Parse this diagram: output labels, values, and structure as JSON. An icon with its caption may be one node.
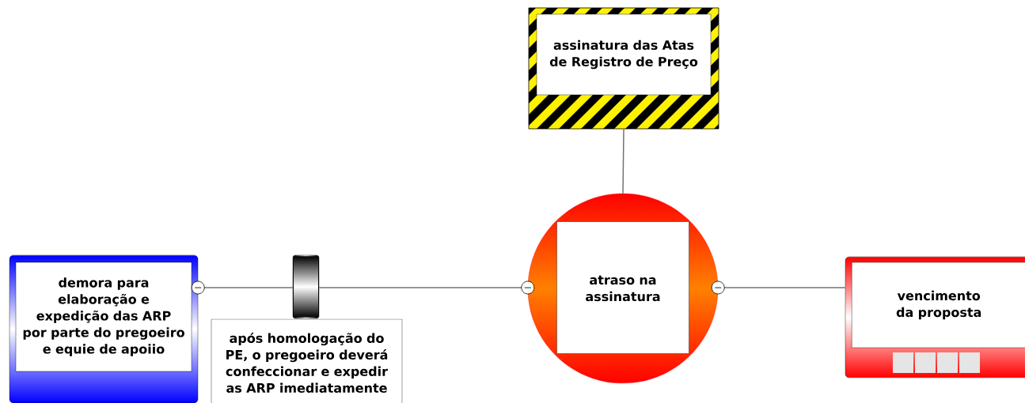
{
  "diagram": {
    "nodes": [
      {
        "text": [
          "assinatura das Atas de Registro de Preço"
        ]
      },
      {
        "text": [
          "demora para elaboração e expedição das ARP por parte do pregoeiro e equie de apoiio"
        ]
      },
      {
        "text": [
          "após homologação do PE, o pregoeiro deverá confeccionar e expedir as ARP imediatamente"
        ]
      },
      {
        "text": [
          "atraso na assinatura"
        ]
      },
      {
        "text": [
          "vencimento da proposta"
        ]
      }
    ],
    "edges": [
      {
        "from": 0,
        "to": 3,
        "arrow": "none"
      },
      {
        "from": 1,
        "to": 2,
        "arrow": "other"
      },
      {
        "from": 3,
        "to": 2,
        "arrow": "other"
      },
      {
        "from": 3,
        "to": 4,
        "arrow": "other"
      }
    ]
  }
}
